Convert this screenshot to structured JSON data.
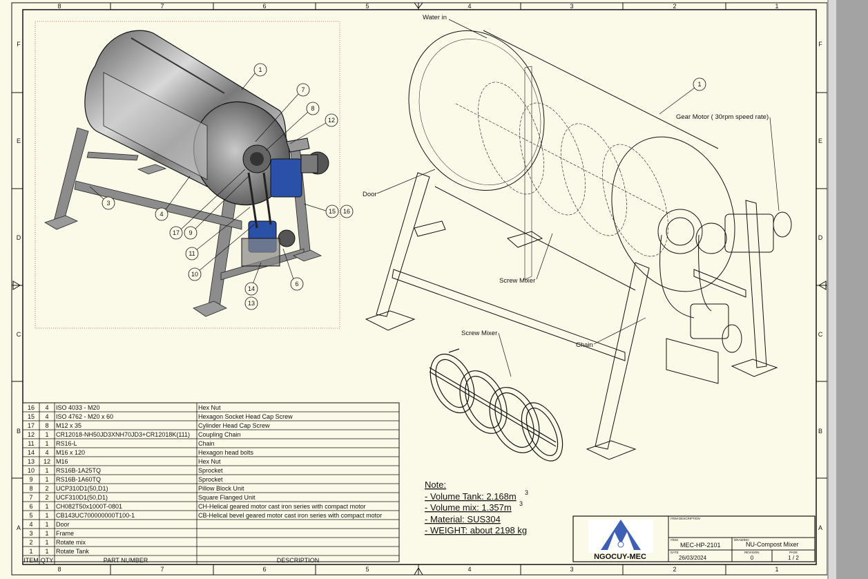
{
  "zone_columns": [
    "8",
    "7",
    "6",
    "5",
    "4",
    "3",
    "2",
    "1"
  ],
  "zone_rows": [
    "F",
    "E",
    "D",
    "C",
    "B",
    "A"
  ],
  "callouts": {
    "water_in": "Water in",
    "gear_motor": "Gear Motor ( 30rpm speed rate)",
    "door": "Door",
    "screw_mixer_main": "Screw Mixer",
    "chain": "Chain",
    "screw_mixer_detail": "Screw Mixer"
  },
  "balloons": [
    "1",
    "7",
    "8",
    "12",
    "3",
    "4",
    "17",
    "9",
    "11",
    "10",
    "15",
    "16",
    "14",
    "13",
    "6"
  ],
  "bom": {
    "headers": {
      "item": "ITEM",
      "qty": "QTY",
      "part": "PART NUMBER",
      "desc": "DESCRIPTION"
    },
    "rows": [
      {
        "item": "16",
        "qty": "4",
        "part": "ISO 4033 - M20",
        "desc": "Hex Nut"
      },
      {
        "item": "15",
        "qty": "4",
        "part": "ISO 4762  - M20 x 60",
        "desc": "Hexagon Socket Head Cap Screw"
      },
      {
        "item": "17",
        "qty": "8",
        "part": "M12 x 35",
        "desc": "Cylinder Head Cap Screw"
      },
      {
        "item": "12",
        "qty": "1",
        "part": "CR12018-NH50JD3XNH70JD3+CR12018K(111)",
        "desc": "Coupling Chain"
      },
      {
        "item": "11",
        "qty": "1",
        "part": "RS16-L",
        "desc": "Chain"
      },
      {
        "item": "14",
        "qty": "4",
        "part": "M16 x 120",
        "desc": "Hexagon head bolts"
      },
      {
        "item": "13",
        "qty": "12",
        "part": "M16",
        "desc": "Hex Nut"
      },
      {
        "item": "10",
        "qty": "1",
        "part": "RS16B-1A25TQ",
        "desc": "Sprocket"
      },
      {
        "item": "9",
        "qty": "1",
        "part": "RS16B-1A60TQ",
        "desc": "Sprocket"
      },
      {
        "item": "8",
        "qty": "2",
        "part": "UCP310D1(50,D1)",
        "desc": "Pillow Block Unit"
      },
      {
        "item": "7",
        "qty": "2",
        "part": "UCF310D1(50,D1)",
        "desc": "Square Flanged Unit"
      },
      {
        "item": "6",
        "qty": "1",
        "part": "CH082T50x1000T-0801",
        "desc": "CH-Helical geared motor cast iron series with compact motor"
      },
      {
        "item": "5",
        "qty": "1",
        "part": "CB143UC700000000T100-1",
        "desc": "CB-Helical bevel geared motor cast iron series with compact motor"
      },
      {
        "item": "4",
        "qty": "1",
        "part": "Door",
        "desc": ""
      },
      {
        "item": "3",
        "qty": "1",
        "part": "Frame",
        "desc": ""
      },
      {
        "item": "2",
        "qty": "1",
        "part": "Rotate mix",
        "desc": ""
      },
      {
        "item": "1",
        "qty": "1",
        "part": "Rotate Tank",
        "desc": ""
      }
    ]
  },
  "notes": {
    "title": "Note:",
    "volume_tank": "- Volume Tank: 2.168m",
    "volume_mix": "- Volume mix: 1.357m",
    "exponent": "3",
    "material": "- Material: SUS304",
    "weight": "- WEIGHT: about 2198 kg"
  },
  "title_block": {
    "logo_text": "NGOCUY-MEC",
    "item_description_label": "ITEM DESCRIPTION",
    "item_label": "ITEM",
    "item_value": "MEC-HP-2101",
    "drawing_label": "DRAWING",
    "drawing_value": "NU-Compost Mixer",
    "date_label": "DATE",
    "date_value": "26/03/2024",
    "revision_label": "REVISION",
    "revision_value": "0",
    "page_label": "PAGE",
    "page_value": "1 / 2"
  },
  "colors": {
    "paper": "#fbf9e8",
    "line": "#111111",
    "motor_blue": "#2b50a8",
    "logo_blue": "#3d5fb4",
    "tank_steel": "#8a8a8a"
  }
}
